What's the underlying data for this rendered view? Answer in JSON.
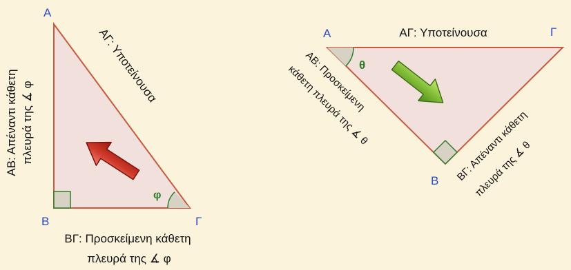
{
  "colors": {
    "background": "#fcf3dc",
    "triangle_fill": "#f1e0dc",
    "triangle_stroke": "#c75a3e",
    "vertex_label": "#2a4cc4",
    "angle_green": "#2f7d2a",
    "text": "#111111",
    "arrow_red": "#c0261a",
    "arrow_green": "#6aa82a"
  },
  "left_triangle": {
    "vertex_a": "Α",
    "vertex_b": "Β",
    "vertex_g": "Γ",
    "angle_symbol": "φ",
    "hypotenuse_label": "ΑΓ: Υποτείνουσα",
    "opposite_line1": "ΑΒ: Απέναντι κάθετη",
    "opposite_line2": "πλευρά της ∡ φ",
    "adjacent_line1": "ΒΓ: Προσκείμενη κάθετη",
    "adjacent_line2": "πλευρά της ∡ φ",
    "arrow_icon": "red-arrow-icon"
  },
  "right_triangle": {
    "vertex_a": "Α",
    "vertex_b": "Β",
    "vertex_g": "Γ",
    "angle_symbol": "θ",
    "hypotenuse_label": "ΑΓ: Υποτείνουσα",
    "adjacent_line1": "ΑΒ: Προσκείμενη",
    "adjacent_line2": "κάθετη  πλευρά της ∡ θ",
    "opposite_line1": "ΒΓ: Απέναντι κάθετη",
    "opposite_line2": "πλευρά της ∡ θ",
    "arrow_icon": "green-arrow-icon"
  }
}
